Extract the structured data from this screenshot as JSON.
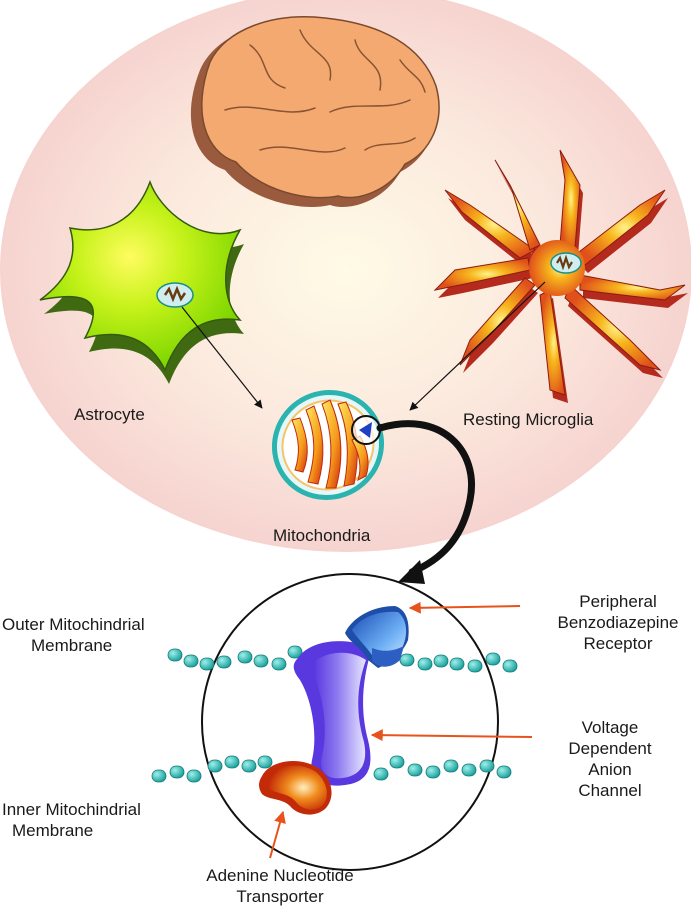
{
  "labels": {
    "astrocyte": "Astrocyte",
    "resting_microglia": "Resting Microglia",
    "mitochondria": "Mitochondria",
    "outer_membrane_line1": "Outer Mitochindrial",
    "outer_membrane_line2": "Membrane",
    "inner_membrane_line1": "Inner Mitochindrial",
    "inner_membrane_line2": "Membrane",
    "pbr_line1": "Peripheral",
    "pbr_line2": "Benzodiazepine",
    "pbr_line3": "Receptor",
    "vdac_line1": "Voltage",
    "vdac_line2": "Dependent",
    "vdac_line3": "Anion",
    "vdac_line4": "Channel",
    "ant_line1": "Adenine Nucleotide",
    "ant_line2": "Transporter"
  },
  "colors": {
    "background_glow": "#f6d3cf",
    "brain": "#f4a970",
    "astrocyte": "#8fe000",
    "microglia": "#c63322",
    "vdac": "#7357e8",
    "pbr": "#3b7fd8",
    "ant": "#e8580d",
    "lipid": "#2bb3b0",
    "pointer_arrow": "#e8531c"
  }
}
